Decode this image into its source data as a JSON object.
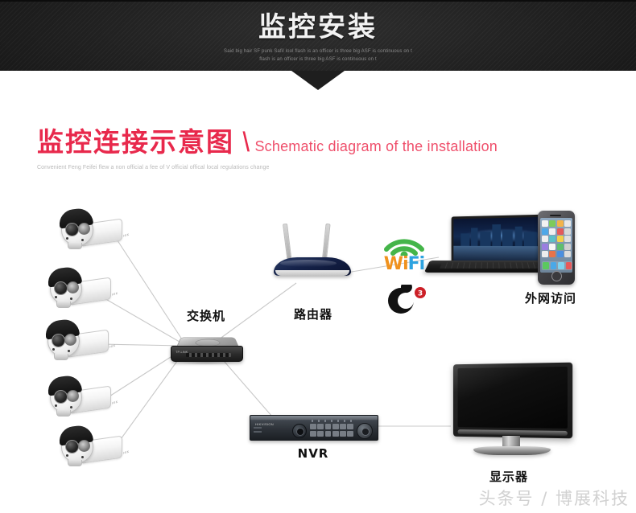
{
  "header": {
    "title": "监控安装",
    "subtitle_line1": "Said big hair SF punk Safil lool flash is an officer is three big ASF is continuous on t",
    "subtitle_line2": "flash is an officer is three big ASF is continuous on t",
    "background_color": "#1c1c1c",
    "title_color": "#f2f2f2"
  },
  "section": {
    "title_cn": "监控连接示意图",
    "slash": "\\",
    "title_en": "Schematic diagram of the installation",
    "subtitle": "Convenient Feng Feifei flew a non official a fee of V official offical local regulations change",
    "accent_color": "#e8294c"
  },
  "diagram": {
    "nodes": [
      {
        "id": "camera-1",
        "label": "",
        "icon": "cctv-camera-icon"
      },
      {
        "id": "camera-2",
        "label": "",
        "icon": "cctv-camera-icon"
      },
      {
        "id": "camera-3",
        "label": "",
        "icon": "cctv-camera-icon"
      },
      {
        "id": "camera-4",
        "label": "",
        "icon": "cctv-camera-icon"
      },
      {
        "id": "camera-5",
        "label": "",
        "icon": "cctv-camera-icon"
      },
      {
        "id": "switch",
        "label": "交换机",
        "icon": "network-switch-icon"
      },
      {
        "id": "router",
        "label": "路由器",
        "icon": "wifi-router-icon"
      },
      {
        "id": "internet-access",
        "label": "外网访问",
        "icon": "laptop-phone-icon"
      },
      {
        "id": "nvr",
        "label": "NVR",
        "icon": "nvr-recorder-icon"
      },
      {
        "id": "monitor",
        "label": "显示器",
        "icon": "lcd-monitor-icon"
      }
    ],
    "wifi_logo": {
      "wi": "Wi",
      "fi": "Fi",
      "wi_color": "#f0921e",
      "fi_color": "#2da3e0",
      "arc_color": "#44b549"
    },
    "g3_logo": {
      "badge": "3",
      "swirl_color": "#111111",
      "badge_color": "#cc2027"
    },
    "line_color": "#c8c8c8"
  },
  "watermark": "头条号 / 博展科技"
}
